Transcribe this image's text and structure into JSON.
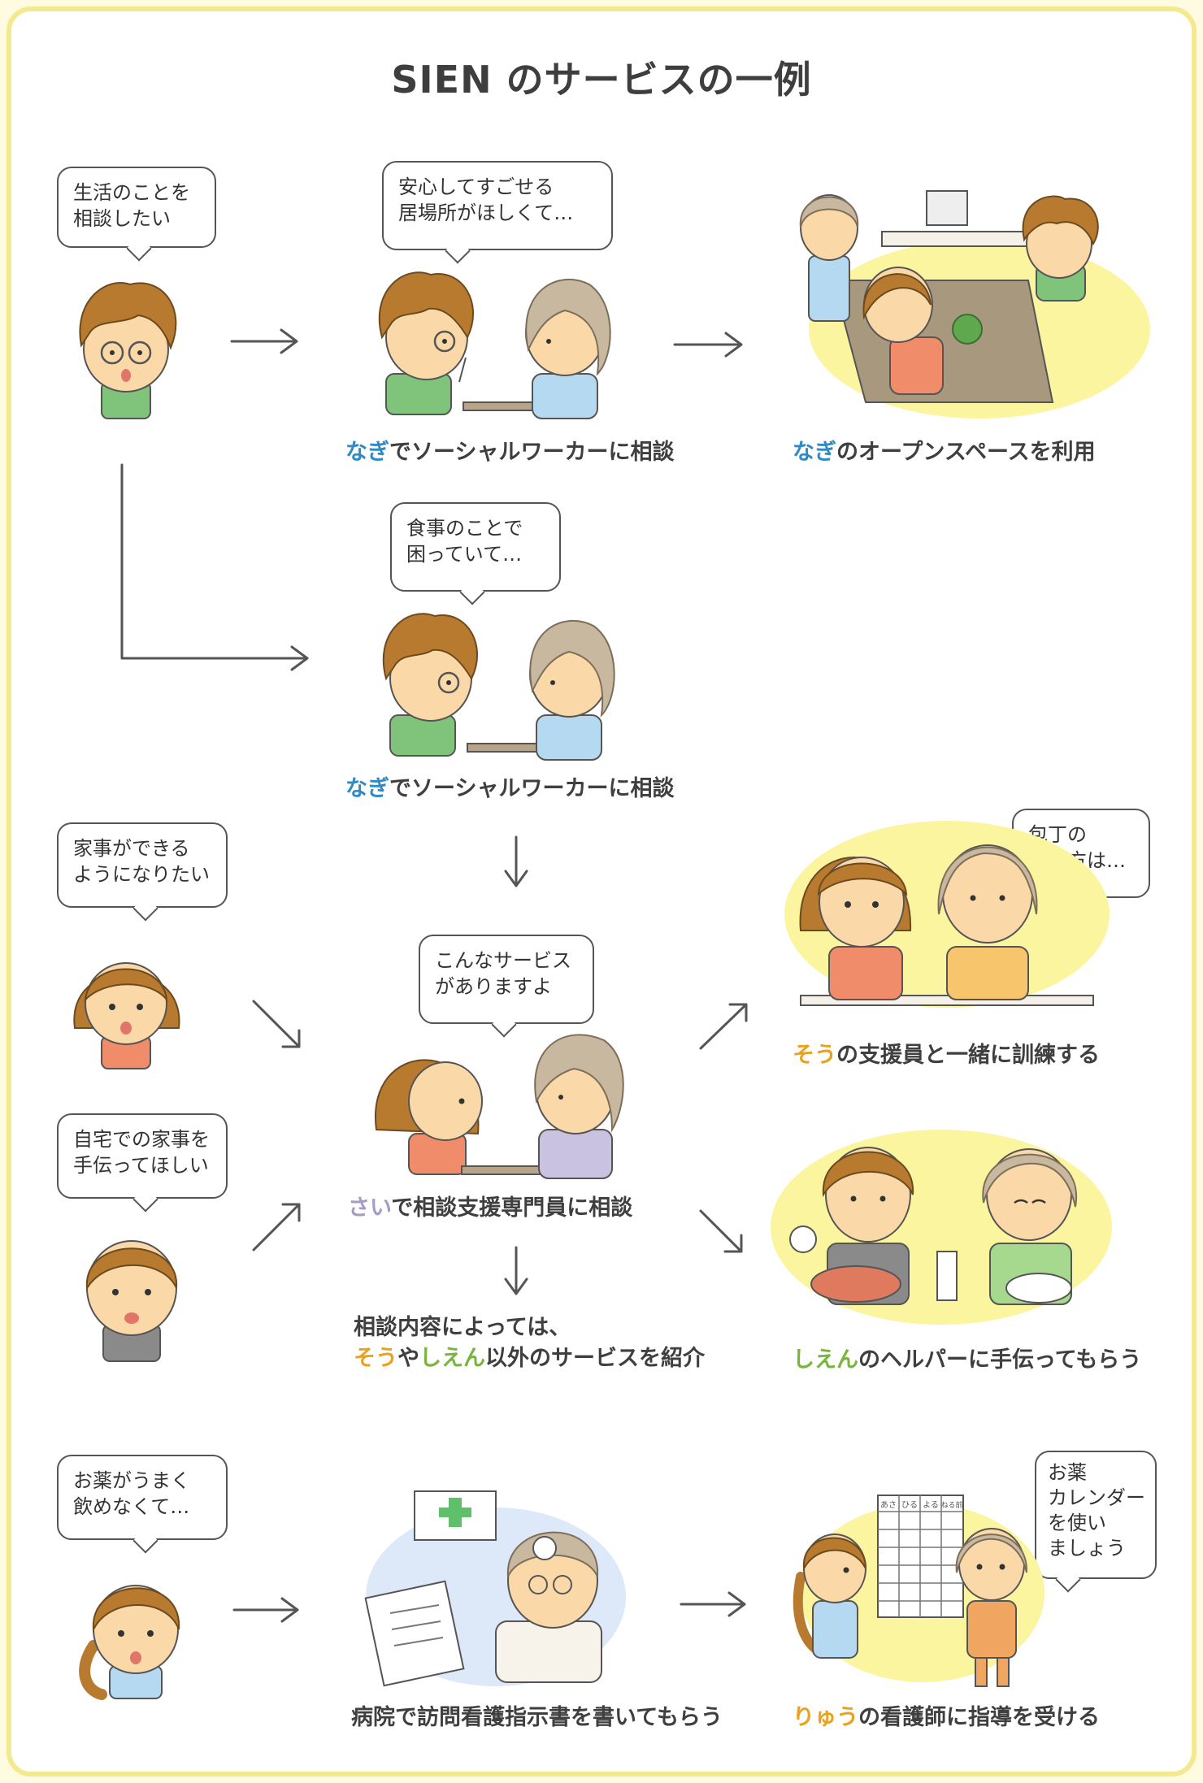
{
  "title": "SIEN のサービスの一例",
  "colors": {
    "frame": "#f4e98e",
    "nagi": "#2f8bc7",
    "sou": "#e8a21d",
    "shien": "#79b43d",
    "sai": "#a79ac6",
    "ryuu": "#e8a21d",
    "glow": "#fbf5a0",
    "bluewash": "#dde9f8"
  },
  "bubbles": {
    "b1": [
      "生活のことを",
      "相談したい"
    ],
    "b2": [
      "安心してすごせる",
      "居場所がほしくて…"
    ],
    "b3": [
      "食事のことで",
      "困っていて…"
    ],
    "b4": [
      "家事ができる",
      "ようになりたい"
    ],
    "b5": [
      "包丁の",
      "使い方は…"
    ],
    "b6": [
      "こんなサービス",
      "がありますよ"
    ],
    "b7": [
      "自宅での家事を",
      "手伝ってほしい"
    ],
    "b8": [
      "お薬がうまく",
      "飲めなくて…"
    ],
    "b9": [
      "お薬",
      "カレンダー",
      "を使い",
      "ましょう"
    ]
  },
  "captions": {
    "c1": {
      "name": "なぎ",
      "rest": "でソーシャルワーカーに相談"
    },
    "c2": {
      "name": "なぎ",
      "rest": "のオープンスペースを利用"
    },
    "c3": {
      "name": "なぎ",
      "rest": "でソーシャルワーカーに相談"
    },
    "c4": {
      "name": "そう",
      "rest": "の支援員と一緒に訓練する"
    },
    "c5": {
      "name": "さい",
      "rest": "で相談支援専門員に相談"
    },
    "c6": {
      "line1": "相談内容によっては、",
      "name1": "そう",
      "mid": "や",
      "name2": "しえん",
      "rest": "以外のサービスを紹介"
    },
    "c7": {
      "name": "しえん",
      "rest": "のヘルパーに手伝ってもらう"
    },
    "c8": {
      "rest": "病院で訪問看護指示書を書いてもらう"
    },
    "c9": {
      "name": "りゅう",
      "rest": "の看護師に指導を受ける"
    }
  },
  "calendar": {
    "headers": [
      "あさ",
      "ひる",
      "よる",
      "ねる前"
    ]
  },
  "icons": [
    "hospital-cross-icon",
    "tv-icon",
    "plant-icon",
    "head-mirror-icon"
  ]
}
